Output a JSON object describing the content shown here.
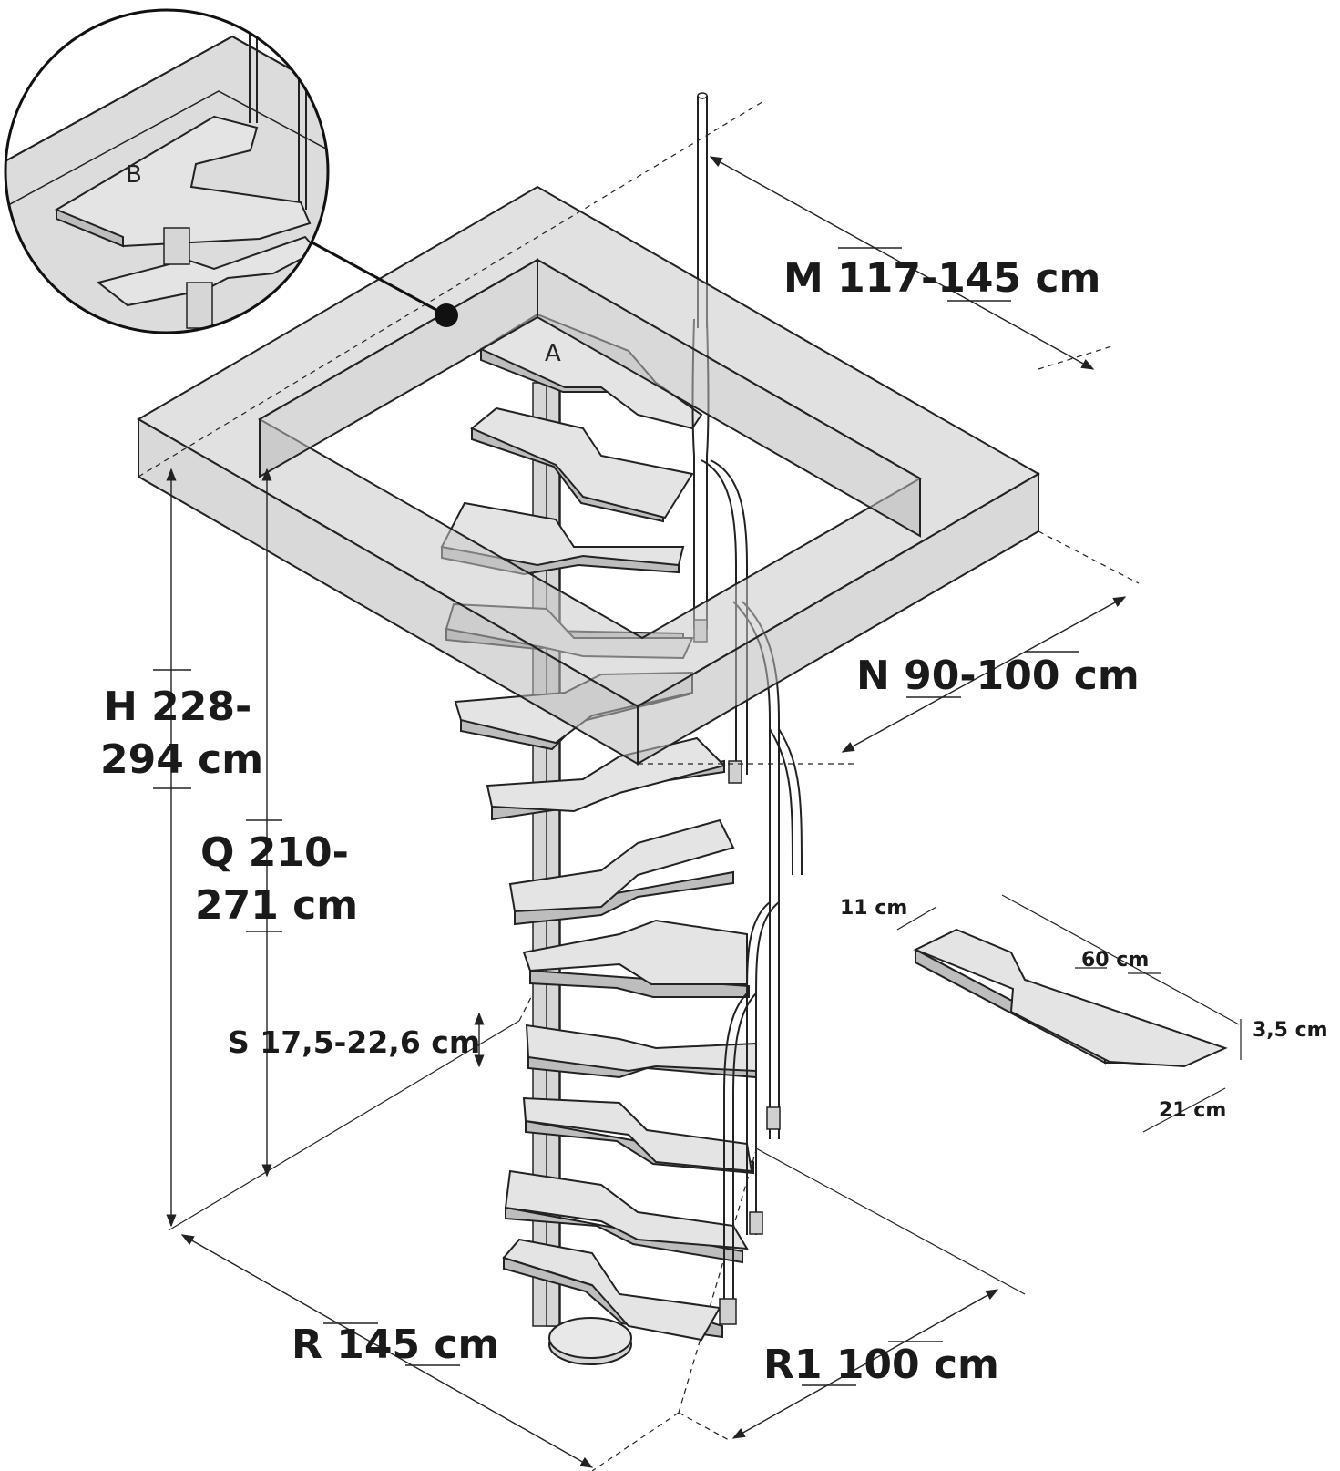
{
  "dimensions": {
    "M": "M 117-145 cm",
    "N": "N 90-100 cm",
    "H_line1": "H 228-",
    "H_line2": "294 cm",
    "Q_line1": "Q 210-",
    "Q_line2": "271 cm",
    "S": "S 17,5-22,6 cm",
    "R": "R 145 cm",
    "R1": "R1 100 cm"
  },
  "tread_detail": {
    "width": "11 cm",
    "length": "60 cm",
    "thickness": "3,5 cm",
    "depth": "21 cm"
  },
  "markers": {
    "A": "A",
    "B": "B"
  }
}
